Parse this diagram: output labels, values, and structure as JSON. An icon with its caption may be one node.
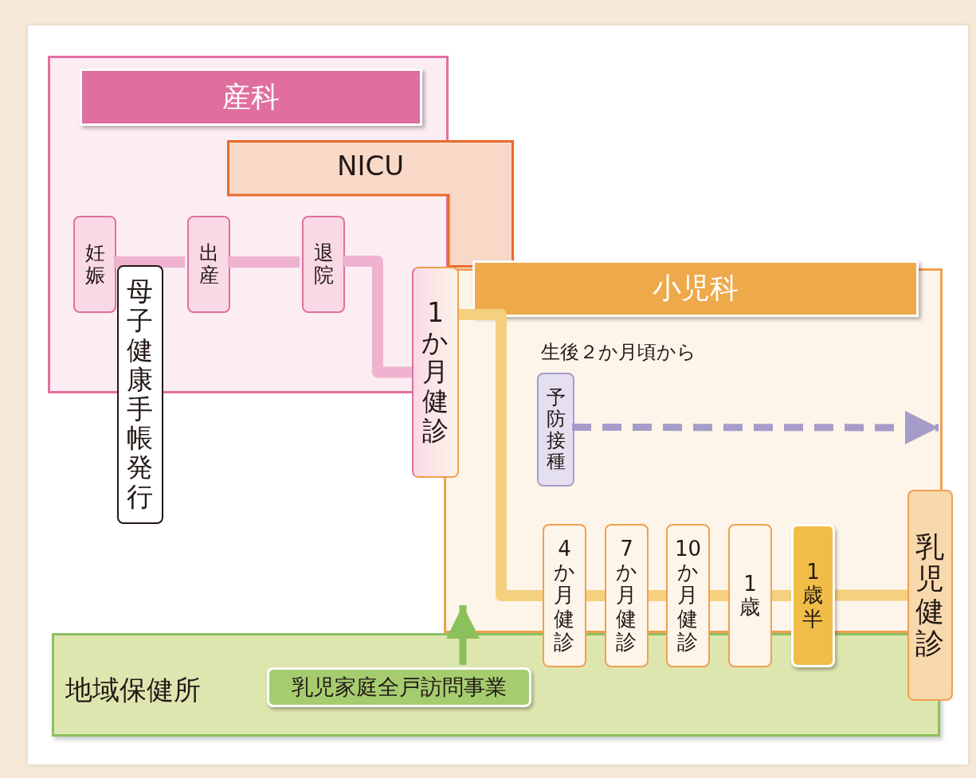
{
  "diagram": {
    "nodes": [
      {
        "text": [
          "産科"
        ]
      },
      {
        "text": [
          "NICU"
        ]
      },
      {
        "text": [
          "妊娠"
        ],
        "in": 0
      },
      {
        "text": [
          "出産"
        ],
        "in": 0
      },
      {
        "text": [
          "退院"
        ],
        "in": 0
      },
      {
        "text": [
          "母子健康手帳発行"
        ]
      },
      {
        "text": [
          "1か月健診"
        ]
      },
      {
        "text": [
          "小児科"
        ]
      },
      {
        "text": [
          "予防接種"
        ],
        "in": 7,
        "beside": [
          "生後２か月頃から"
        ]
      },
      {
        "text": [
          "4か月健診"
        ]
      },
      {
        "text": [
          "7か月健診"
        ]
      },
      {
        "text": [
          "10か月健診"
        ]
      },
      {
        "text": [
          "1歳"
        ]
      },
      {
        "text": [
          "1歳半"
        ]
      },
      {
        "text": [
          "乳児健診"
        ]
      },
      {
        "text": [
          "地域保健所"
        ]
      },
      {
        "text": [
          "乳児家庭全戸訪問事業"
        ],
        "in": 15
      }
    ],
    "edges": [
      {
        "from": 2,
        "to": 3,
        "arrow": "none",
        "color": "#efb3cf"
      },
      {
        "from": 3,
        "to": 4,
        "arrow": "none",
        "color": "#efb3cf"
      },
      {
        "from": 4,
        "to": 6,
        "arrow": "none",
        "color": "#efb3cf"
      },
      {
        "from": 6,
        "to": 9,
        "arrow": "none"
      },
      {
        "from": 9,
        "to": 10,
        "arrow": "none"
      },
      {
        "from": 10,
        "to": 11,
        "arrow": "none"
      },
      {
        "from": 11,
        "to": 12,
        "arrow": "none"
      },
      {
        "from": 12,
        "to": 13,
        "arrow": "none"
      },
      {
        "from": 13,
        "to": 14,
        "arrow": "none"
      },
      {
        "from": 8,
        "to": null,
        "arrow": "to",
        "style": "dashed",
        "color": "#a69cca"
      },
      {
        "from": 16,
        "to": 7,
        "arrow": "to",
        "color": "#8cc05c"
      }
    ]
  }
}
